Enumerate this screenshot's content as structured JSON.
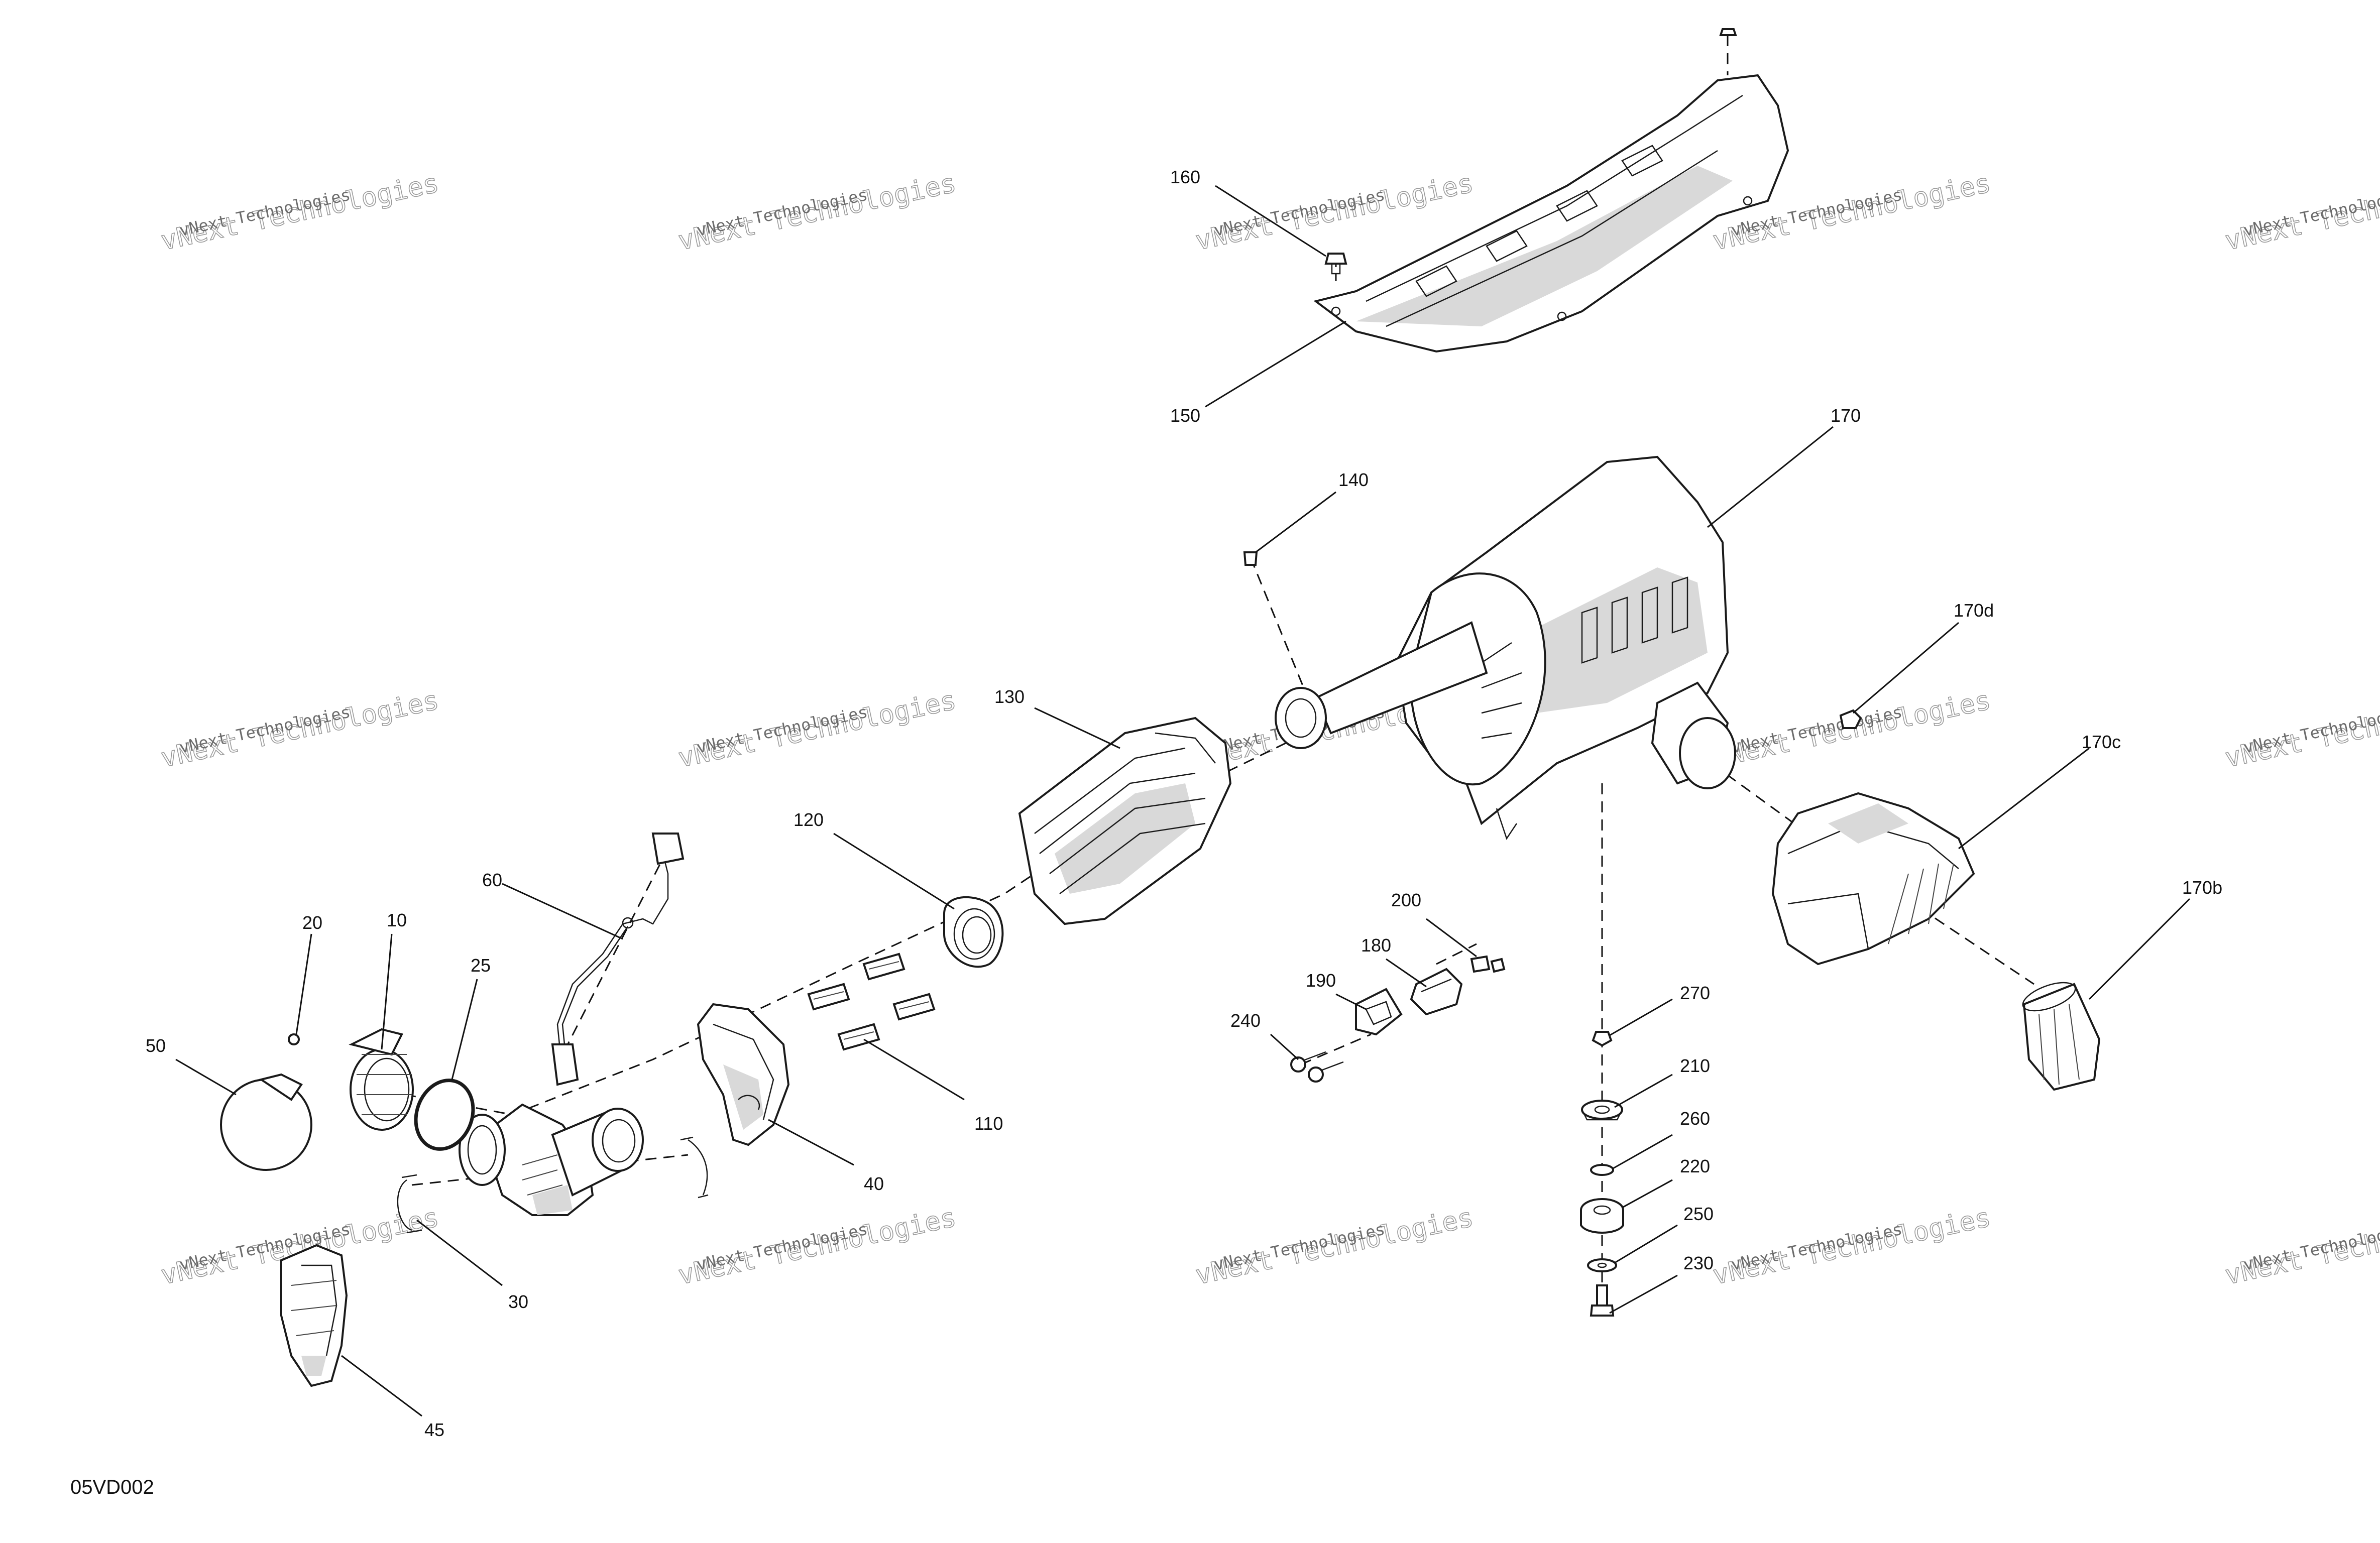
{
  "diagram": {
    "figure_id": "05VD002",
    "watermark": {
      "line_small": "vNext Technologies",
      "line_large": "vNext Technologies"
    },
    "callouts": [
      {
        "id": "c10",
        "label": "10"
      },
      {
        "id": "c20",
        "label": "20"
      },
      {
        "id": "c25",
        "label": "25"
      },
      {
        "id": "c30",
        "label": "30"
      },
      {
        "id": "c40",
        "label": "40"
      },
      {
        "id": "c45",
        "label": "45"
      },
      {
        "id": "c50",
        "label": "50"
      },
      {
        "id": "c60",
        "label": "60"
      },
      {
        "id": "c110",
        "label": "110"
      },
      {
        "id": "c120",
        "label": "120"
      },
      {
        "id": "c130",
        "label": "130"
      },
      {
        "id": "c140",
        "label": "140"
      },
      {
        "id": "c150",
        "label": "150"
      },
      {
        "id": "c160",
        "label": "160"
      },
      {
        "id": "c170",
        "label": "170"
      },
      {
        "id": "c170b",
        "label": "170b"
      },
      {
        "id": "c170c",
        "label": "170c"
      },
      {
        "id": "c170d",
        "label": "170d"
      },
      {
        "id": "c180",
        "label": "180"
      },
      {
        "id": "c190",
        "label": "190"
      },
      {
        "id": "c200",
        "label": "200"
      },
      {
        "id": "c210",
        "label": "210"
      },
      {
        "id": "c220",
        "label": "220"
      },
      {
        "id": "c230",
        "label": "230"
      },
      {
        "id": "c240",
        "label": "240"
      },
      {
        "id": "c250",
        "label": "250"
      },
      {
        "id": "c260",
        "label": "260"
      },
      {
        "id": "c270",
        "label": "270"
      }
    ]
  }
}
